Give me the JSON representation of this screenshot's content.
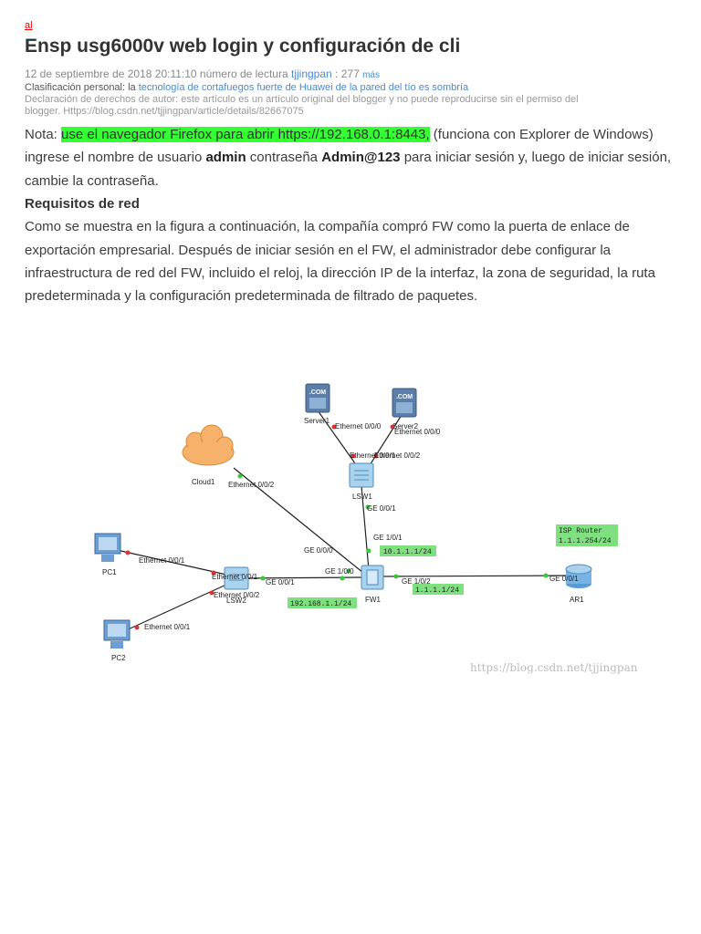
{
  "header": {
    "tag": "al",
    "title": "Ensp usg6000v web login y configuración de cli"
  },
  "meta": {
    "date_prefix": "12 de septiembre de 2018 20:11:10 número de lectura",
    "author": "tjjingpan",
    "reads": ": 277",
    "more": "más",
    "classification_label": "Clasificación personal: la",
    "classification_link": "tecnología de cortafuegos fuerte de Huawei de la pared del tío es sombría",
    "declaration": "Declaración de derechos de autor: este artículo es un artículo original del blogger y no puede reproducirse sin el permiso del blogger. Https://blog.csdn.net/tjjingpan/article/details/82667075"
  },
  "body": {
    "nota_prefix": "Nota: ",
    "nota_highlight": "use el navegador Firefox para abrir https://192.168.0.1:8443,",
    "nota_rest1": " (funciona con Explorer de Windows) ingrese el nombre de usuario ",
    "admin_user": "admin",
    "nota_rest2": " contraseña ",
    "admin_pass": "Admin@123",
    "nota_rest3": " para iniciar sesión y, luego de iniciar sesión, cambie la contraseña.",
    "req_heading": "Requisitos de red",
    "req_text": "Como se muestra en la figura a continuación, la compañía compró FW como la puerta de enlace de exportación empresarial. Después de iniciar sesión en el FW, el administrador debe configurar la infraestructura de red del FW, incluido el reloj, la dirección IP de la interfaz, la zona de seguridad, la ruta predeterminada y la configuración predeterminada de filtrado de paquetes."
  },
  "diagram": {
    "nodes": {
      "server1": "Server1",
      "server2": "Server2",
      "cloud1": "Cloud1",
      "lsw1": "LSW1",
      "fw1": "FW1",
      "lsw2": "LSW2",
      "pc1": "PC1",
      "pc2": "PC2",
      "ar1": "AR1",
      "com": ".COM"
    },
    "ports": {
      "s1_eth": "Ethernet 0/0/0",
      "s2_eth": "Ethernet 0/0/0",
      "lsw1_e1": "Ethernet 0/0/1",
      "lsw1_e2": "Ethernet 0/0/2",
      "cloud_eth": "Ethernet 0/0/2",
      "lsw1_ge": "GE 0/0/1",
      "fw_ge101": "GE 1/0/1",
      "fw_ge000": "GE 0/0/0",
      "fw_ge100": "GE 1/0/0",
      "fw_ge102": "GE 1/0/2",
      "ar_ge": "GE 0/0/1",
      "pc1_eth": "Ethernet 0/0/1",
      "pc2_eth": "Ethernet 0/0/1",
      "lsw2_e1": "Ethernet 0/0/1",
      "lsw2_e2": "Ethernet 0/0/2",
      "lsw2_ge": "GE 0/0/1"
    },
    "ips": {
      "lan_top": "10.1.1.1/24",
      "lan_left": "192.168.1.1/24",
      "wan": "1.1.1.1/24",
      "isp_title": "ISP Router",
      "isp_ip": "1.1.1.254/24"
    },
    "watermark": "https://blog.csdn.net/tjjingpan"
  },
  "colors": {
    "highlight": "#33ff33",
    "ip_box": "#7fe07f",
    "link": "#4a8bd6"
  }
}
